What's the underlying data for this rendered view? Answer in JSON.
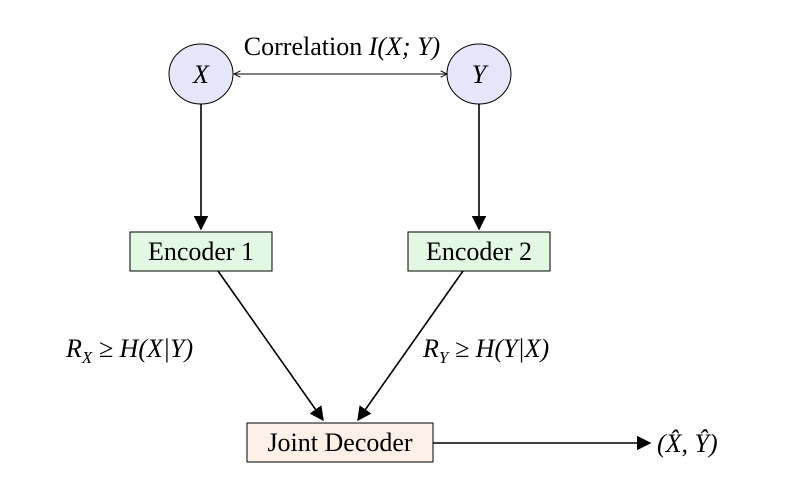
{
  "nodes": {
    "x": {
      "label": "X",
      "fill": "#e6e6fa"
    },
    "y": {
      "label": "Y",
      "fill": "#e6e6fa"
    }
  },
  "correlation": {
    "prefix": "Correlation ",
    "math": "I(X; Y)"
  },
  "encoders": {
    "encoder1": {
      "label": "Encoder 1",
      "fill": "#e2f8e2"
    },
    "encoder2": {
      "label": "Encoder 2",
      "fill": "#e2f8e2"
    }
  },
  "rates": {
    "rx": {
      "sym": "R",
      "sub": "X",
      "rest": " ≥ H(X|Y)"
    },
    "ry": {
      "sym": "R",
      "sub": "Y",
      "rest": " ≥ H(Y|X)"
    }
  },
  "decoder": {
    "label": "Joint Decoder",
    "fill": "#fdf0e6"
  },
  "output": {
    "label": "(X̂, Ŷ)"
  },
  "colors": {
    "stroke": "#000000"
  }
}
